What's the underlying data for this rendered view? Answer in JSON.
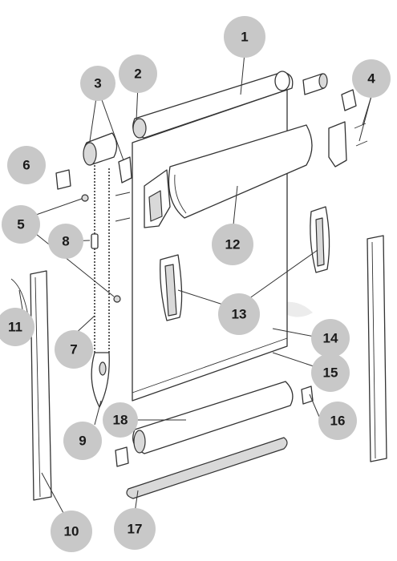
{
  "callouts": {
    "c1": "1",
    "c2": "2",
    "c3": "3",
    "c4": "4",
    "c5": "5",
    "c6": "6",
    "c7": "7",
    "c8": "8",
    "c9": "9",
    "c10": "10",
    "c11": "11",
    "c12": "12",
    "c13": "13",
    "c14": "14",
    "c15": "15",
    "c16": "16",
    "c17": "17",
    "c18": "18"
  },
  "colors": {
    "callout_fill": "#c8c8c8",
    "line": "#333333",
    "background": "#ffffff"
  }
}
